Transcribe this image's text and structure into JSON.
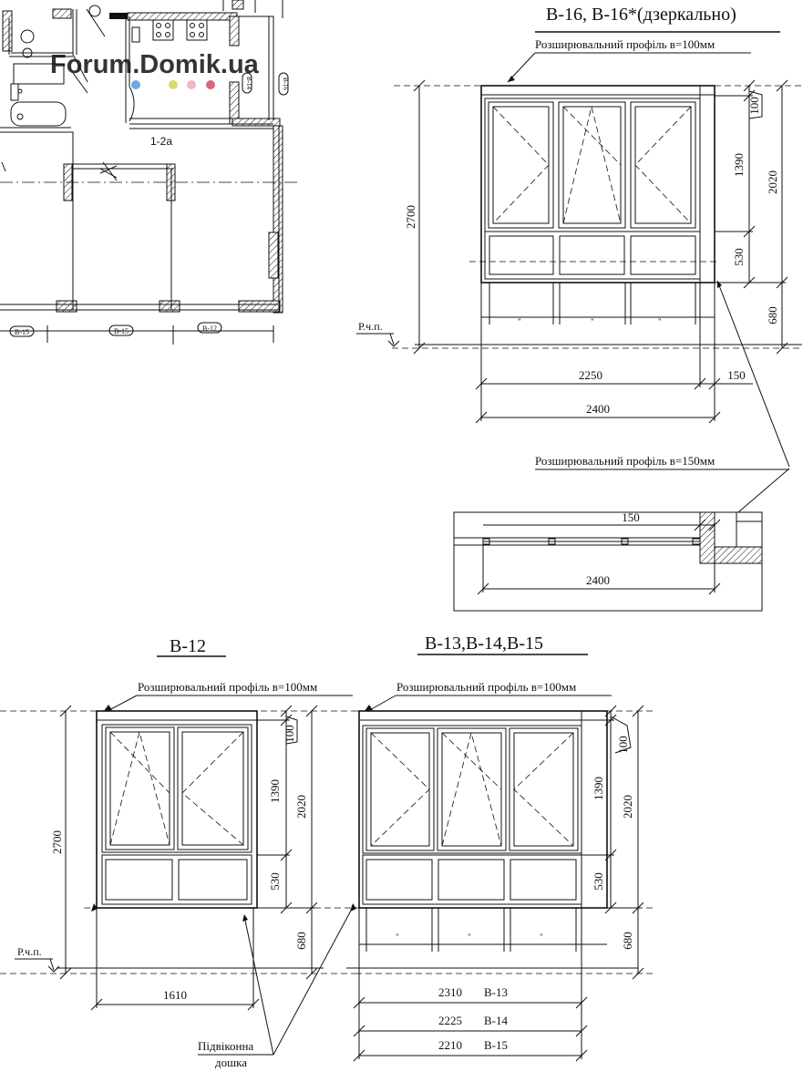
{
  "watermark": {
    "text": "Forum.Domik.ua",
    "color": "#2e7bd1",
    "dot_colors": [
      "#6ea9de",
      "#d9dc6a",
      "#f0b8c0",
      "#d9667e"
    ]
  },
  "plan": {
    "room_label": "1-2a",
    "wall_tags": [
      "В-16",
      "В-14"
    ],
    "axis_tags": [
      "В-15",
      "В-15",
      "В-12"
    ]
  },
  "b16": {
    "title": "В-16, В-16*(дзеркально)",
    "profile_note": "Розширювальний профіль в=100мм",
    "dims": {
      "total_height": "2700",
      "top_profile": "100",
      "top_sash": "1390",
      "upper_part": "2020",
      "bottom_panel": "530",
      "sill_to_floor": "680",
      "frame_width": "2250",
      "profile_side": "150",
      "total_width": "2400"
    },
    "floor_label": "Р.ч.п.",
    "section_note": "Розширювальний профіль в=150мм",
    "section_dims": {
      "profile": "150",
      "width": "2400"
    }
  },
  "b12": {
    "title": "В-12",
    "profile_note": "Розширювальний профіль в=100мм",
    "dims": {
      "total_height": "2700",
      "top_profile": "100",
      "top_sash": "1390",
      "upper_part": "2020",
      "bottom_panel": "530",
      "sill_to_floor": "680",
      "width": "1610"
    },
    "floor_label": "Р.ч.п.",
    "sill_note_line1": "Підвіконна",
    "sill_note_line2": "дошка"
  },
  "b13": {
    "title": "В-13,В-14,В-15",
    "profile_note": "Розширювальний профіль в=100мм",
    "dims": {
      "top_profile": "100",
      "top_sash": "1390",
      "upper_part": "2020",
      "bottom_panel": "530",
      "sill_to_floor": "680"
    },
    "widths": [
      {
        "value": "2310",
        "label": "В-13"
      },
      {
        "value": "2225",
        "label": "В-14"
      },
      {
        "value": "2210",
        "label": "В-15"
      }
    ]
  }
}
